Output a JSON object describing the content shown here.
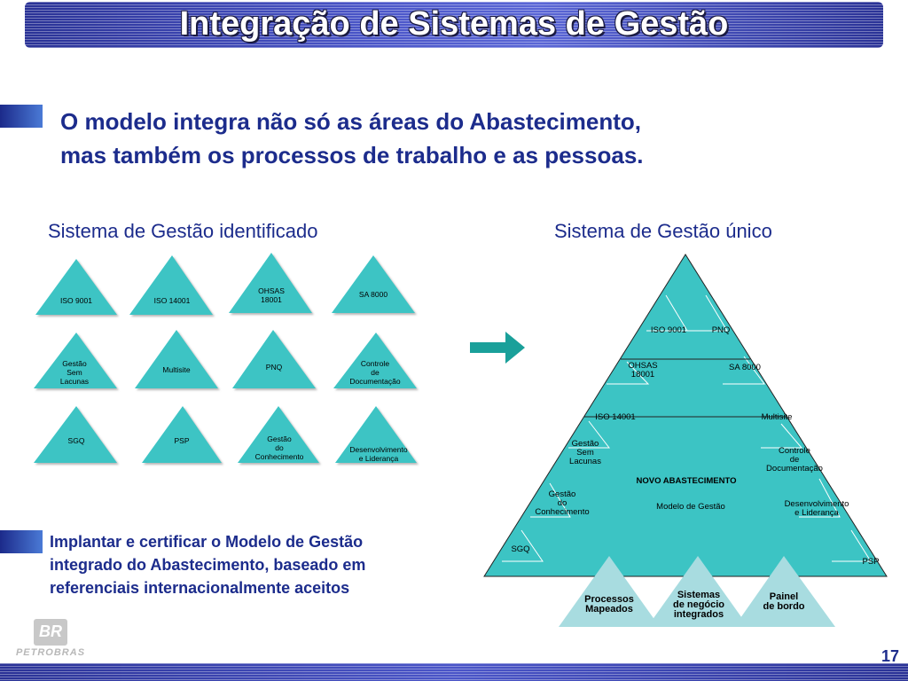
{
  "title": "Integração de Sistemas de Gestão",
  "intro": {
    "line1": "O modelo integra não só as áreas do Abastecimento,",
    "line2": "mas também os processos de trabalho e as pessoas."
  },
  "left_heading": "Sistema de Gestão identificado",
  "right_heading": "Sistema de Gestão único",
  "small_triangles": [
    "ISO 9001",
    "ISO 14001",
    "OHSAS\n18001",
    "SA 8000",
    "Gestão\nSem\nLacunas",
    "Multisite",
    "PNQ",
    "Controle\nde\nDocumentação",
    "SGQ",
    "PSP",
    "Gestão\ndo\nConhecimento",
    "Desenvolvimento\ne Liderança"
  ],
  "big_triangle": {
    "iso9001": "ISO 9001",
    "pnq": "PNQ",
    "ohsas": "OHSAS\n18001",
    "sa8000": "SA 8000",
    "iso14001": "ISO 14001",
    "multisite": "Multisite",
    "gsl": "Gestão\nSem\nLacunas",
    "controle": "Controle\nde\nDocumentação",
    "novo": "NOVO ABASTECIMENTO",
    "modelo": "Modelo de Gestão",
    "gestao_conhecimento": "Gestão\ndo\nConhecimento",
    "desenvolvimento": "Desenvolvimento\ne Liderança",
    "sgq": "SGQ",
    "psp": "PSP"
  },
  "bottom_triangles": [
    "Processos\nMapeados",
    "Sistemas\nde negócio\nintegrados",
    "Painel\nde bordo"
  ],
  "implement_text": {
    "line1": "Implantar e certificar o Modelo de Gestão",
    "line2": "integrado do Abastecimento, baseado em",
    "line3": "referenciais internacionalmente aceitos"
  },
  "logo": {
    "mark": "BR",
    "text": "PETROBRAS"
  },
  "page_number": "17",
  "colors": {
    "teal": "#3cc4c4",
    "light_teal": "#a8dce0",
    "navy_text": "#1c2c8c",
    "arrow": "#1aa09a"
  }
}
